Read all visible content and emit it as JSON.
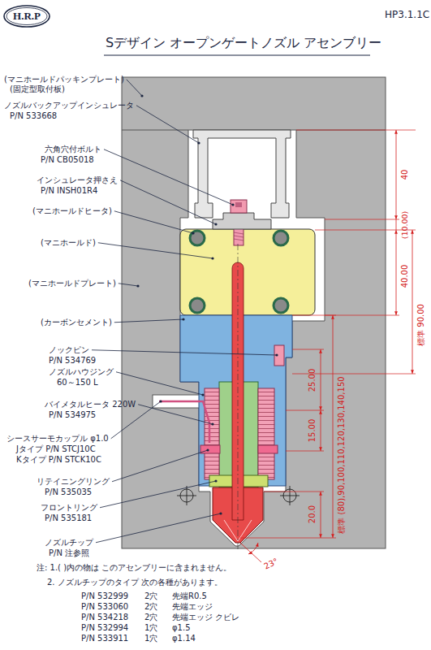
{
  "diagram": {
    "title": "Sデザイン オープンゲートノズル アセンブリー",
    "labels": [
      "H.R.P",
      "HP3.1.1C",
      "(マニホールドパッキンプレート)",
      "(固定型取付板)",
      "ノズルバックアップインシュレータ",
      "P/N 533668",
      "六角穴付ボルト",
      "P/N CB05018",
      "インシュレータ押さえ",
      "P/N INSH01R4",
      "(マニホールドヒータ)",
      "(マニホールド)",
      "(マニホールドプレート)",
      "(カーボンセメント)",
      "ノックピン",
      "P/N 534769",
      "ノズルハウジング",
      "60～150 L",
      "バイメタルヒータ 220W",
      "P/N 534975",
      "シースサーモカップル φ1.0",
      "Jタイプ P/N STCJ10C",
      "Kタイプ P/N STCK10C",
      "リテイニングリング",
      "P/N 535035",
      "フロントリング",
      "P/N 535181",
      "ノズルチップ",
      "P/N 注参照",
      "40",
      "(10.00)",
      "40.00",
      "標準 90.00",
      "25.00",
      "15.00",
      "標準 (80),90,100,110,120,130,140,150",
      "20.0",
      "23°",
      "注: 1.( )内の物は このアセンブリーに含まれません。",
      "2. ノズルチップのタイプ 次の各種があります。",
      "P/N 532999",
      "2穴",
      "先端R0.5",
      "P/N 533060",
      "2穴",
      "先端エッジ",
      "P/N 534218",
      "2穴",
      "先端エッジ クビレ",
      "P/N 532994",
      "1穴",
      "φ1.5",
      "P/N 533911",
      "1穴",
      "φ1.14"
    ]
  }
}
